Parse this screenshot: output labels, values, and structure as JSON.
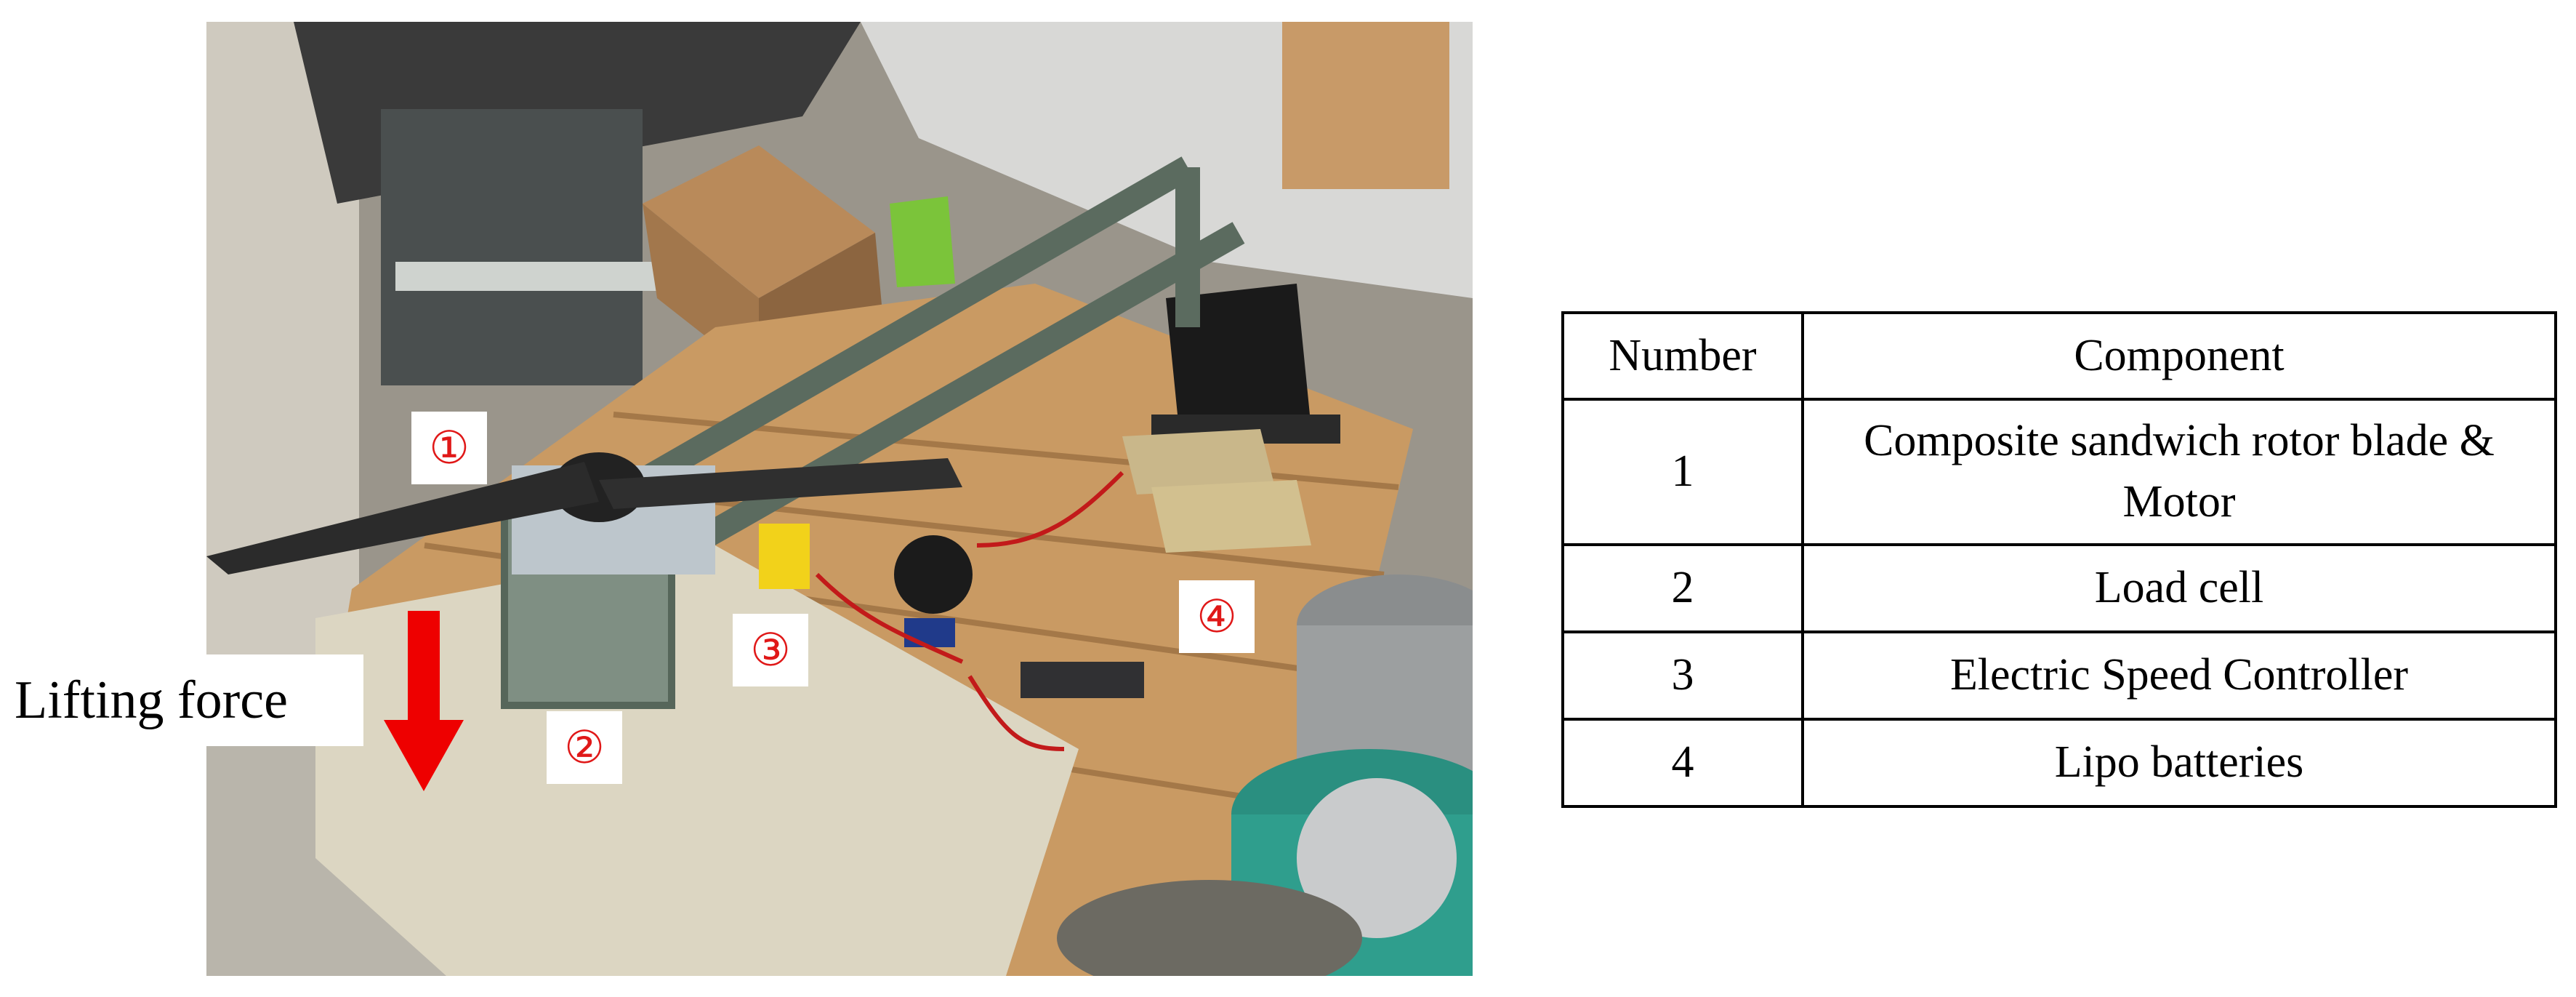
{
  "markers": [
    "①",
    "②",
    "③",
    "④"
  ],
  "lift": {
    "label": "Lifting force",
    "arrow_color": "#ee0000"
  },
  "table": {
    "headers": [
      "Number",
      "Component"
    ],
    "rows": [
      {
        "number": "1",
        "component": "Composite sandwich rotor blade & Motor"
      },
      {
        "number": "2",
        "component": "Load cell"
      },
      {
        "number": "3",
        "component": "Electric Speed Controller"
      },
      {
        "number": "4",
        "component": "Lipo batteries"
      }
    ]
  },
  "colors": {
    "marker_text": "#e01818"
  }
}
